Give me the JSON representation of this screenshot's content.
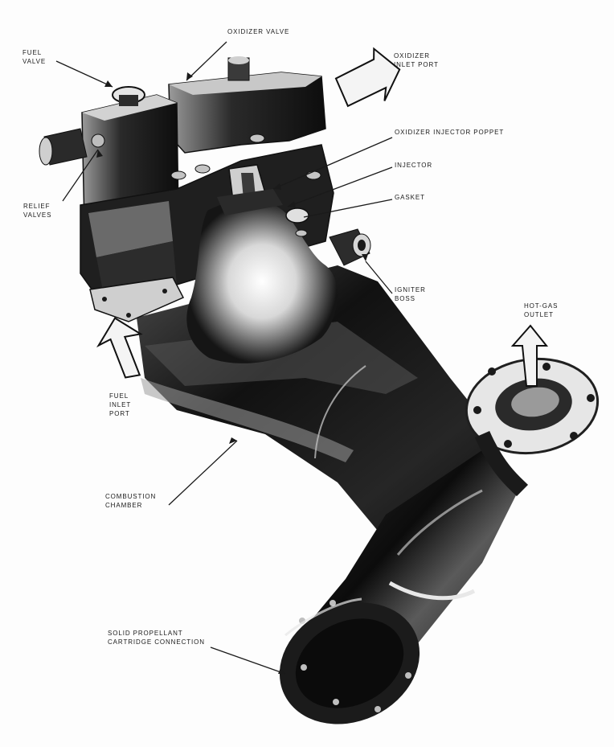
{
  "labels": {
    "fuel_valve": [
      "FUEL",
      "VALVE"
    ],
    "oxidizer_valve": "OXIDIZER VALVE",
    "oxidizer_inlet_port": [
      "OXIDIZER",
      "INLET PORT"
    ],
    "oxidizer_injector_poppet": "OXIDIZER INJECTOR POPPET",
    "injector": "INJECTOR",
    "gasket": "GASKET",
    "relief_valves": [
      "RELIEF",
      "VALVES"
    ],
    "igniter_boss": [
      "IGNITER",
      "BOSS"
    ],
    "hot_gas_outlet": [
      "HOT-GAS",
      "OUTLET"
    ],
    "fuel_inlet_port": [
      "FUEL",
      "INLET",
      "PORT"
    ],
    "combustion_chamber": [
      "COMBUSTION",
      "CHAMBER"
    ],
    "solid_propellant_cartridge_connection": [
      "SOLID PROPELLANT",
      "CARTRIDGE CONNECTION"
    ]
  },
  "colors": {
    "ink": "#1a1a1a",
    "background": "#fdfdfd",
    "metal_dark": "#0e0e0e",
    "metal_mid": "#3a3a3a",
    "highlight": "#f2f2f2"
  }
}
